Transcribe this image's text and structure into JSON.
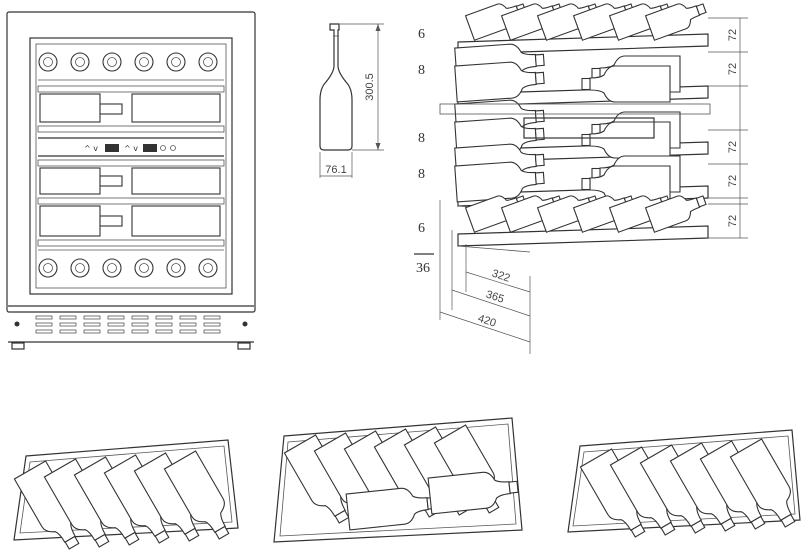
{
  "bottle": {
    "height": "300.5",
    "diameter": "76.1"
  },
  "shelf_counts": [
    "6",
    "8",
    "8",
    "8",
    "6"
  ],
  "total_count": "36",
  "shelf_spacing": [
    "72",
    "72",
    "72",
    "72",
    "72"
  ],
  "depths": [
    "322",
    "365",
    "420"
  ],
  "colors": {
    "line": "#333333",
    "background": "#ffffff"
  }
}
